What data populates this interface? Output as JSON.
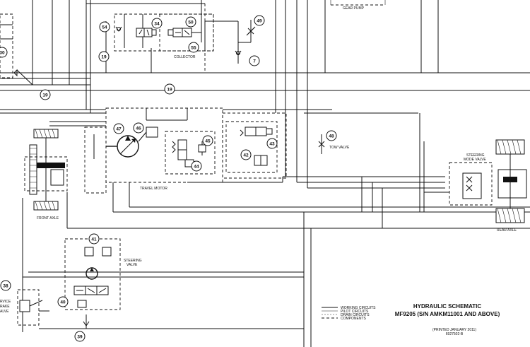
{
  "callouts": [
    "54",
    "34",
    "50",
    "49",
    "19",
    "55",
    "7",
    "30",
    "19",
    "19",
    "47",
    "46",
    "45",
    "44",
    "43",
    "42",
    "48",
    "41",
    "38",
    "40",
    "39"
  ],
  "labels": {
    "gear_pump": "GEAR PUMP",
    "collector": "COLLECTOR",
    "travel_motor": "TRAVEL MOTOR",
    "tow_valve": "TOW VALVE",
    "front_axle": "FRONT AXLE",
    "rear_axle": "REAR AXLE",
    "steering_mode_valve": [
      "STEERING",
      "MODE VALVE"
    ],
    "steering_valve": [
      "STEERING",
      "VALVE"
    ],
    "service_brake_valve": [
      "RVICE",
      "RAKE",
      "ALVE"
    ]
  },
  "title_block": {
    "title": "HYDRAULIC SCHEMATIC",
    "model": "MF9205 (S/N AMKM11001 AND ABOVE)",
    "printed": "(PRINTED JANUARY 2011)",
    "part_number": "6927502-B"
  },
  "legend": [
    "WORKING CIRCUITS",
    "PILOT CIRCUITS",
    "DRAIN CIRCUITS",
    "COMPONENTS"
  ]
}
